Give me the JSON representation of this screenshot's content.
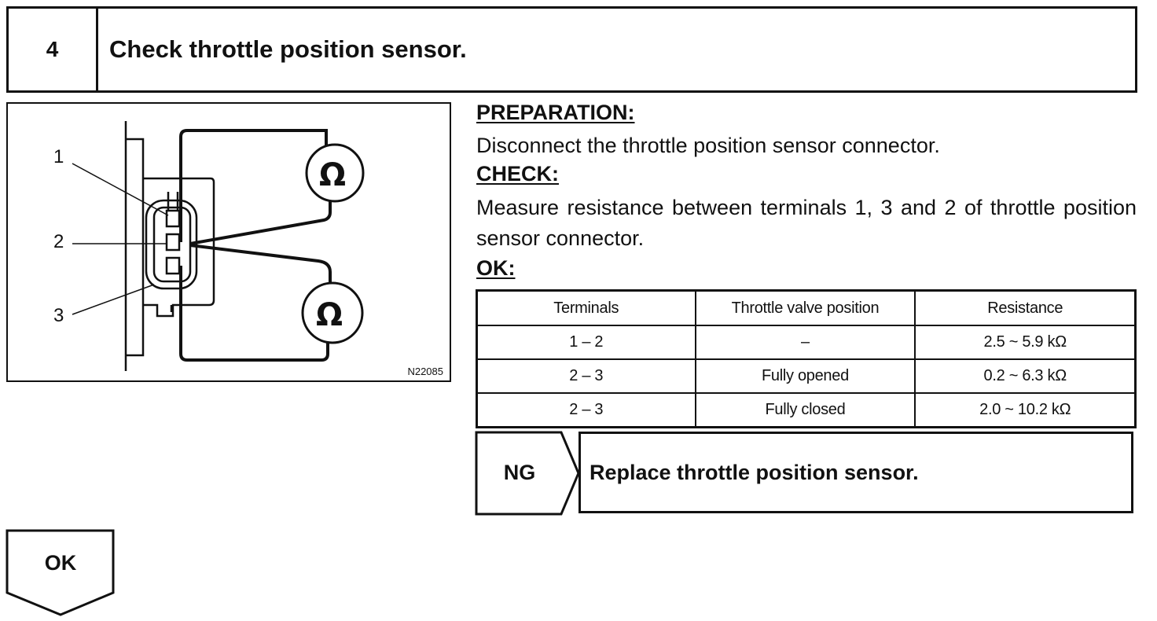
{
  "step": {
    "number": "4",
    "title": "Check throttle position sensor."
  },
  "figure": {
    "pin_labels": [
      "1",
      "2",
      "3"
    ],
    "meter_symbol": "Ω",
    "figure_code": "N22085"
  },
  "preparation": {
    "heading": "PREPARATION:",
    "text": "Disconnect the throttle position sensor connector."
  },
  "check": {
    "heading": "CHECK:",
    "text": "Measure resistance between terminals 1, 3 and 2 of throttle position sensor connector."
  },
  "ok_spec": {
    "heading": "OK:",
    "columns": [
      "Terminals",
      "Throttle valve position",
      "Resistance"
    ],
    "rows": [
      [
        "1 – 2",
        "–",
        "2.5 ~ 5.9 kΩ"
      ],
      [
        "2 – 3",
        "Fully opened",
        "0.2 ~ 6.3 kΩ"
      ],
      [
        "2 – 3",
        "Fully closed",
        "2.0 ~ 10.2 kΩ"
      ]
    ]
  },
  "ng_result": {
    "label": "NG",
    "action": "Replace throttle position sensor."
  },
  "ok_result": {
    "label": "OK"
  }
}
